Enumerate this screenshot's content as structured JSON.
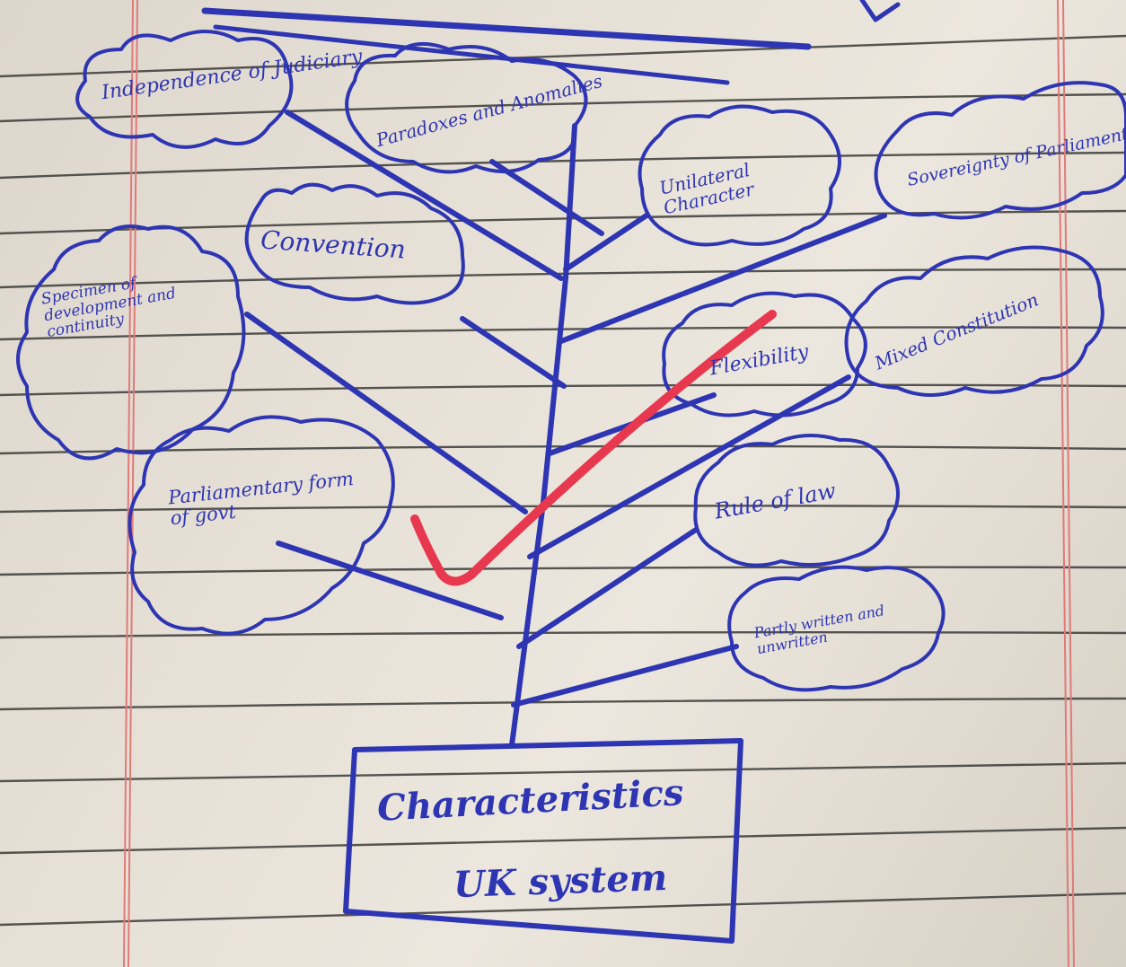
{
  "diagram": {
    "root": "Characteristics UK system",
    "root_line1": "Characteristics",
    "root_line2": "UK system",
    "branches_left": [
      "Independence of Judiciary",
      "Paradoxes and Anomalies",
      "Convention",
      "Specimen of development and continuity",
      "Parliamentary form of govt"
    ],
    "branches_right": [
      "Unilateral Character",
      "Sovereignty of Parliament",
      "Flexibility",
      "Mixed Constitution",
      "Rule of law",
      "Partly written and unwritten"
    ]
  },
  "annotations": {
    "tick_mark": "checkmark",
    "colors": {
      "ink": "#2e35b3",
      "tick": "#e8384f",
      "paper": "#e3ddd3",
      "rule_line": "#3b3a36",
      "margin_line": "#e07a7a"
    }
  }
}
